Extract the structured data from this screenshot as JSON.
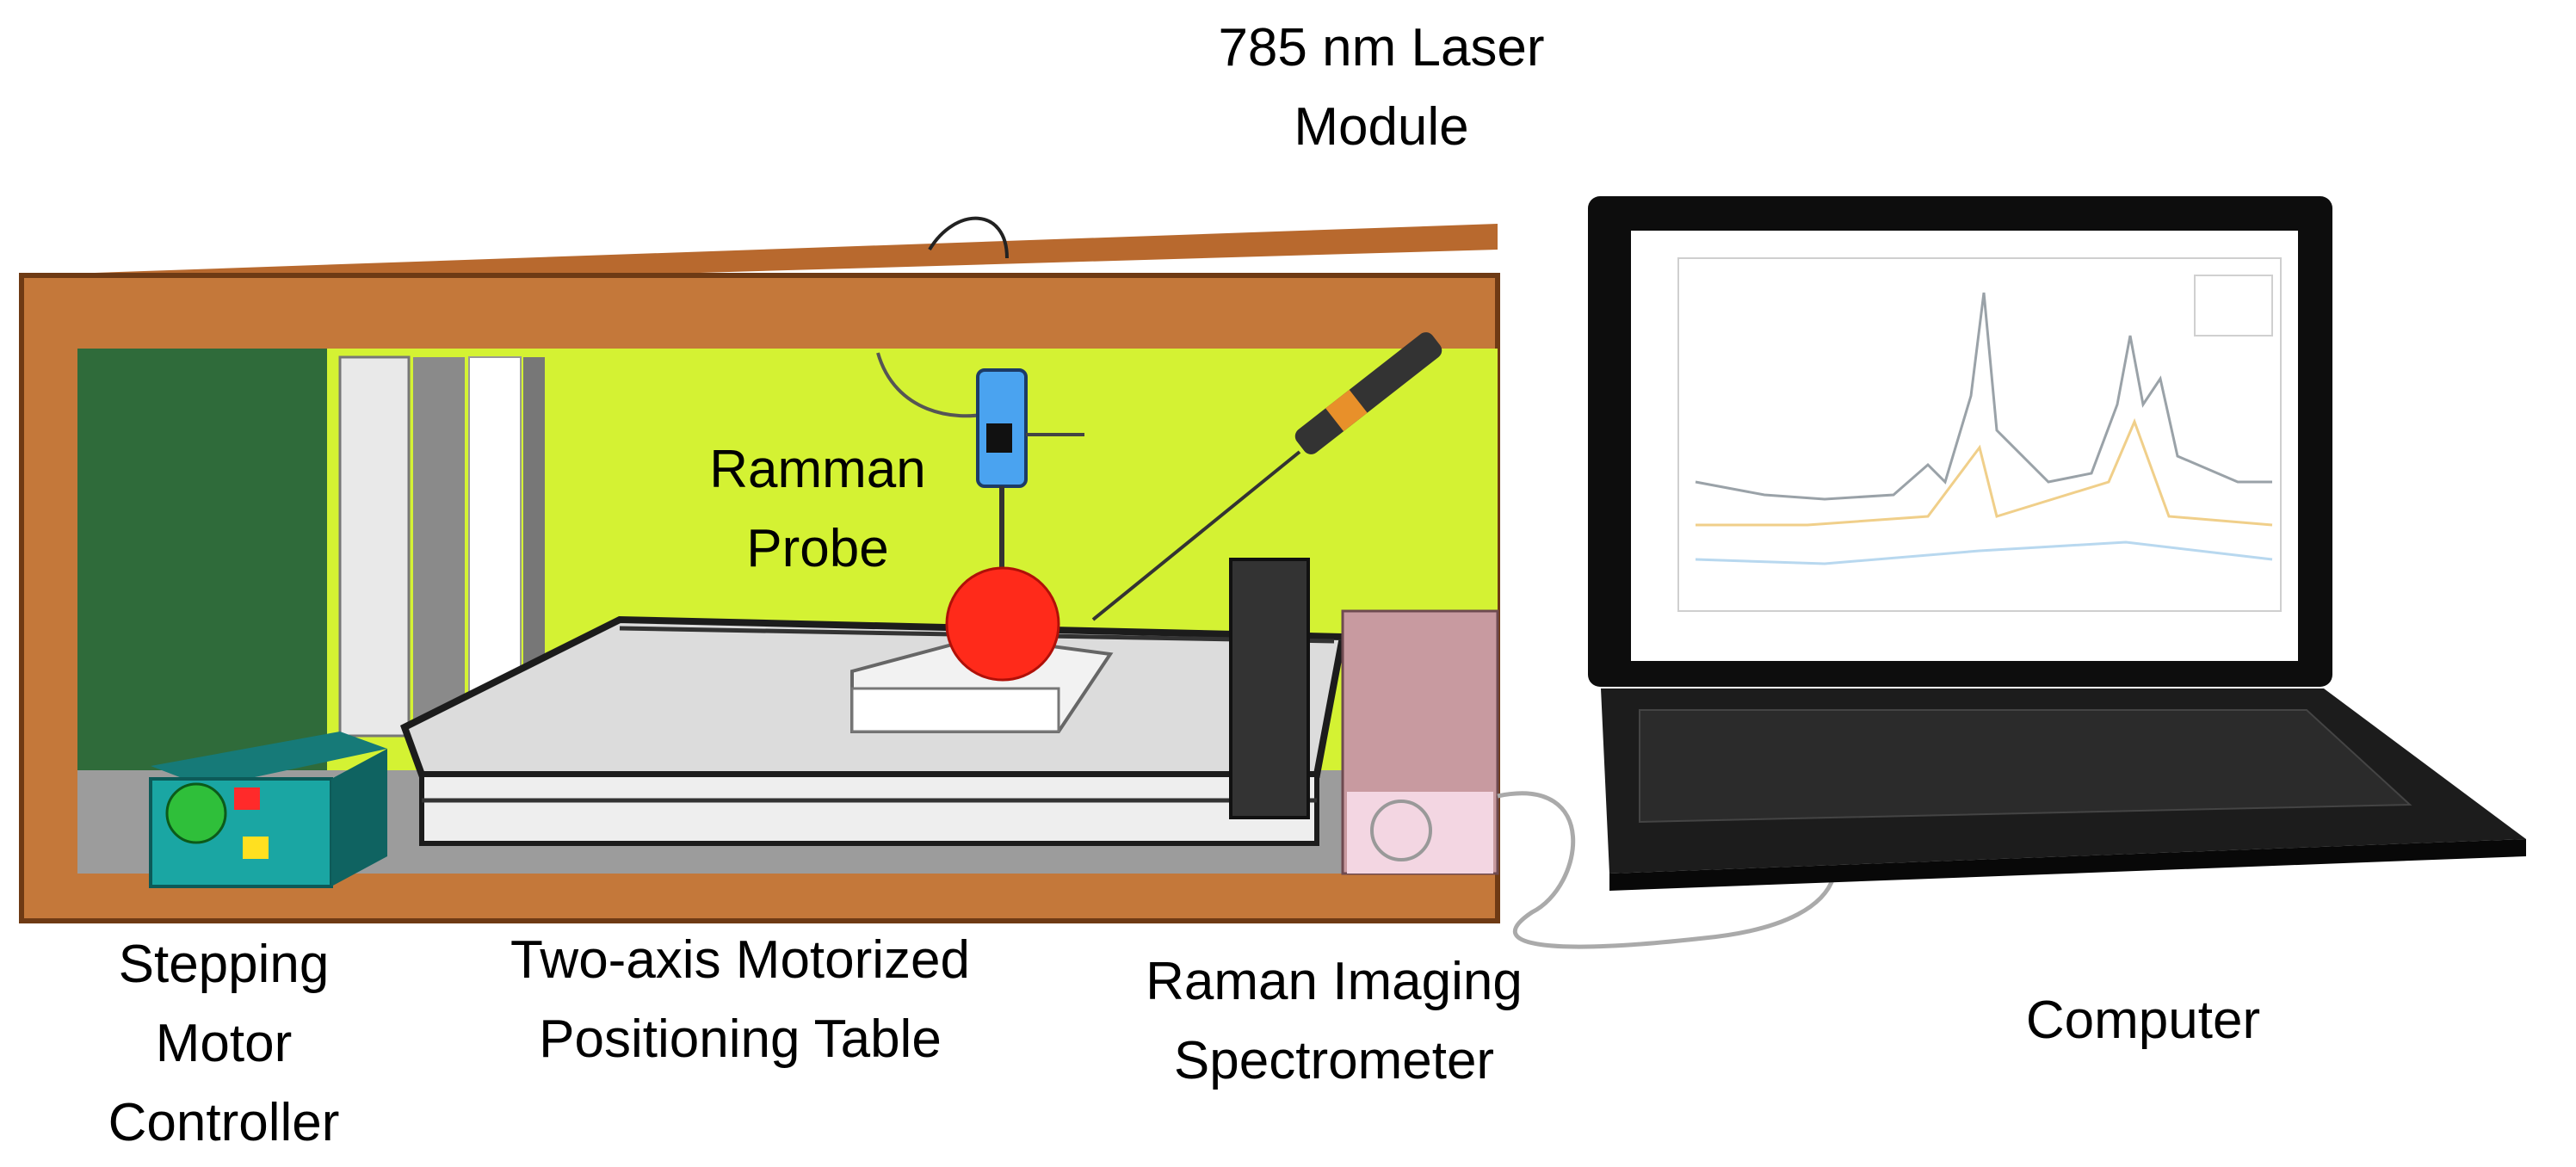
{
  "labels": {
    "laser": [
      "785 nm Laser",
      "Module"
    ],
    "probe": [
      "Ramman",
      "Probe"
    ],
    "controller": [
      "Stepping",
      "Motor",
      "Controller"
    ],
    "table": [
      "Two-axis Motorized",
      "Positioning Table"
    ],
    "spectrometer": [
      "Raman Imaging",
      "Spectrometer"
    ],
    "computer": [
      "Computer"
    ]
  },
  "colors": {
    "cabinet_wood": "#c4783a",
    "back_wall": "#d4f233",
    "side_panel": "#2f6b3a",
    "controller_box": "#1aa6a3",
    "sample": "#ff2a1a",
    "probe": "#4aa3f0",
    "spectrometer_box": "#c89aa0",
    "laptop": "#0d0d0d"
  }
}
